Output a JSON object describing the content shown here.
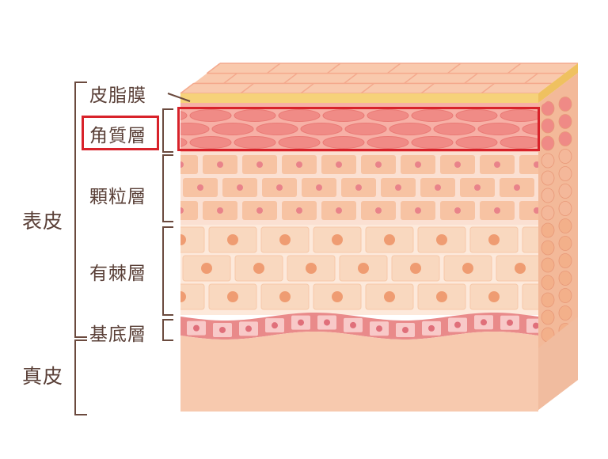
{
  "labels": {
    "sebum": "皮脂膜",
    "stratum_corneum": "角質層",
    "stratum_granulosum": "顆粒層",
    "stratum_spinosum": "有棘層",
    "stratum_basale": "基底層",
    "epidermis": "表皮",
    "dermis": "真皮"
  },
  "highlighted_layer": "stratum_corneum",
  "colors": {
    "highlight": "#d8222a",
    "bracket": "#6b4a3e",
    "text": "#5a4038",
    "sebum": "#f6d27a",
    "corneum": "#f08b86",
    "granulosum": "#f7c3a3",
    "spinosum": "#f9d8bf",
    "basale": "#e98a8a",
    "dermis": "#f7c9ae"
  }
}
